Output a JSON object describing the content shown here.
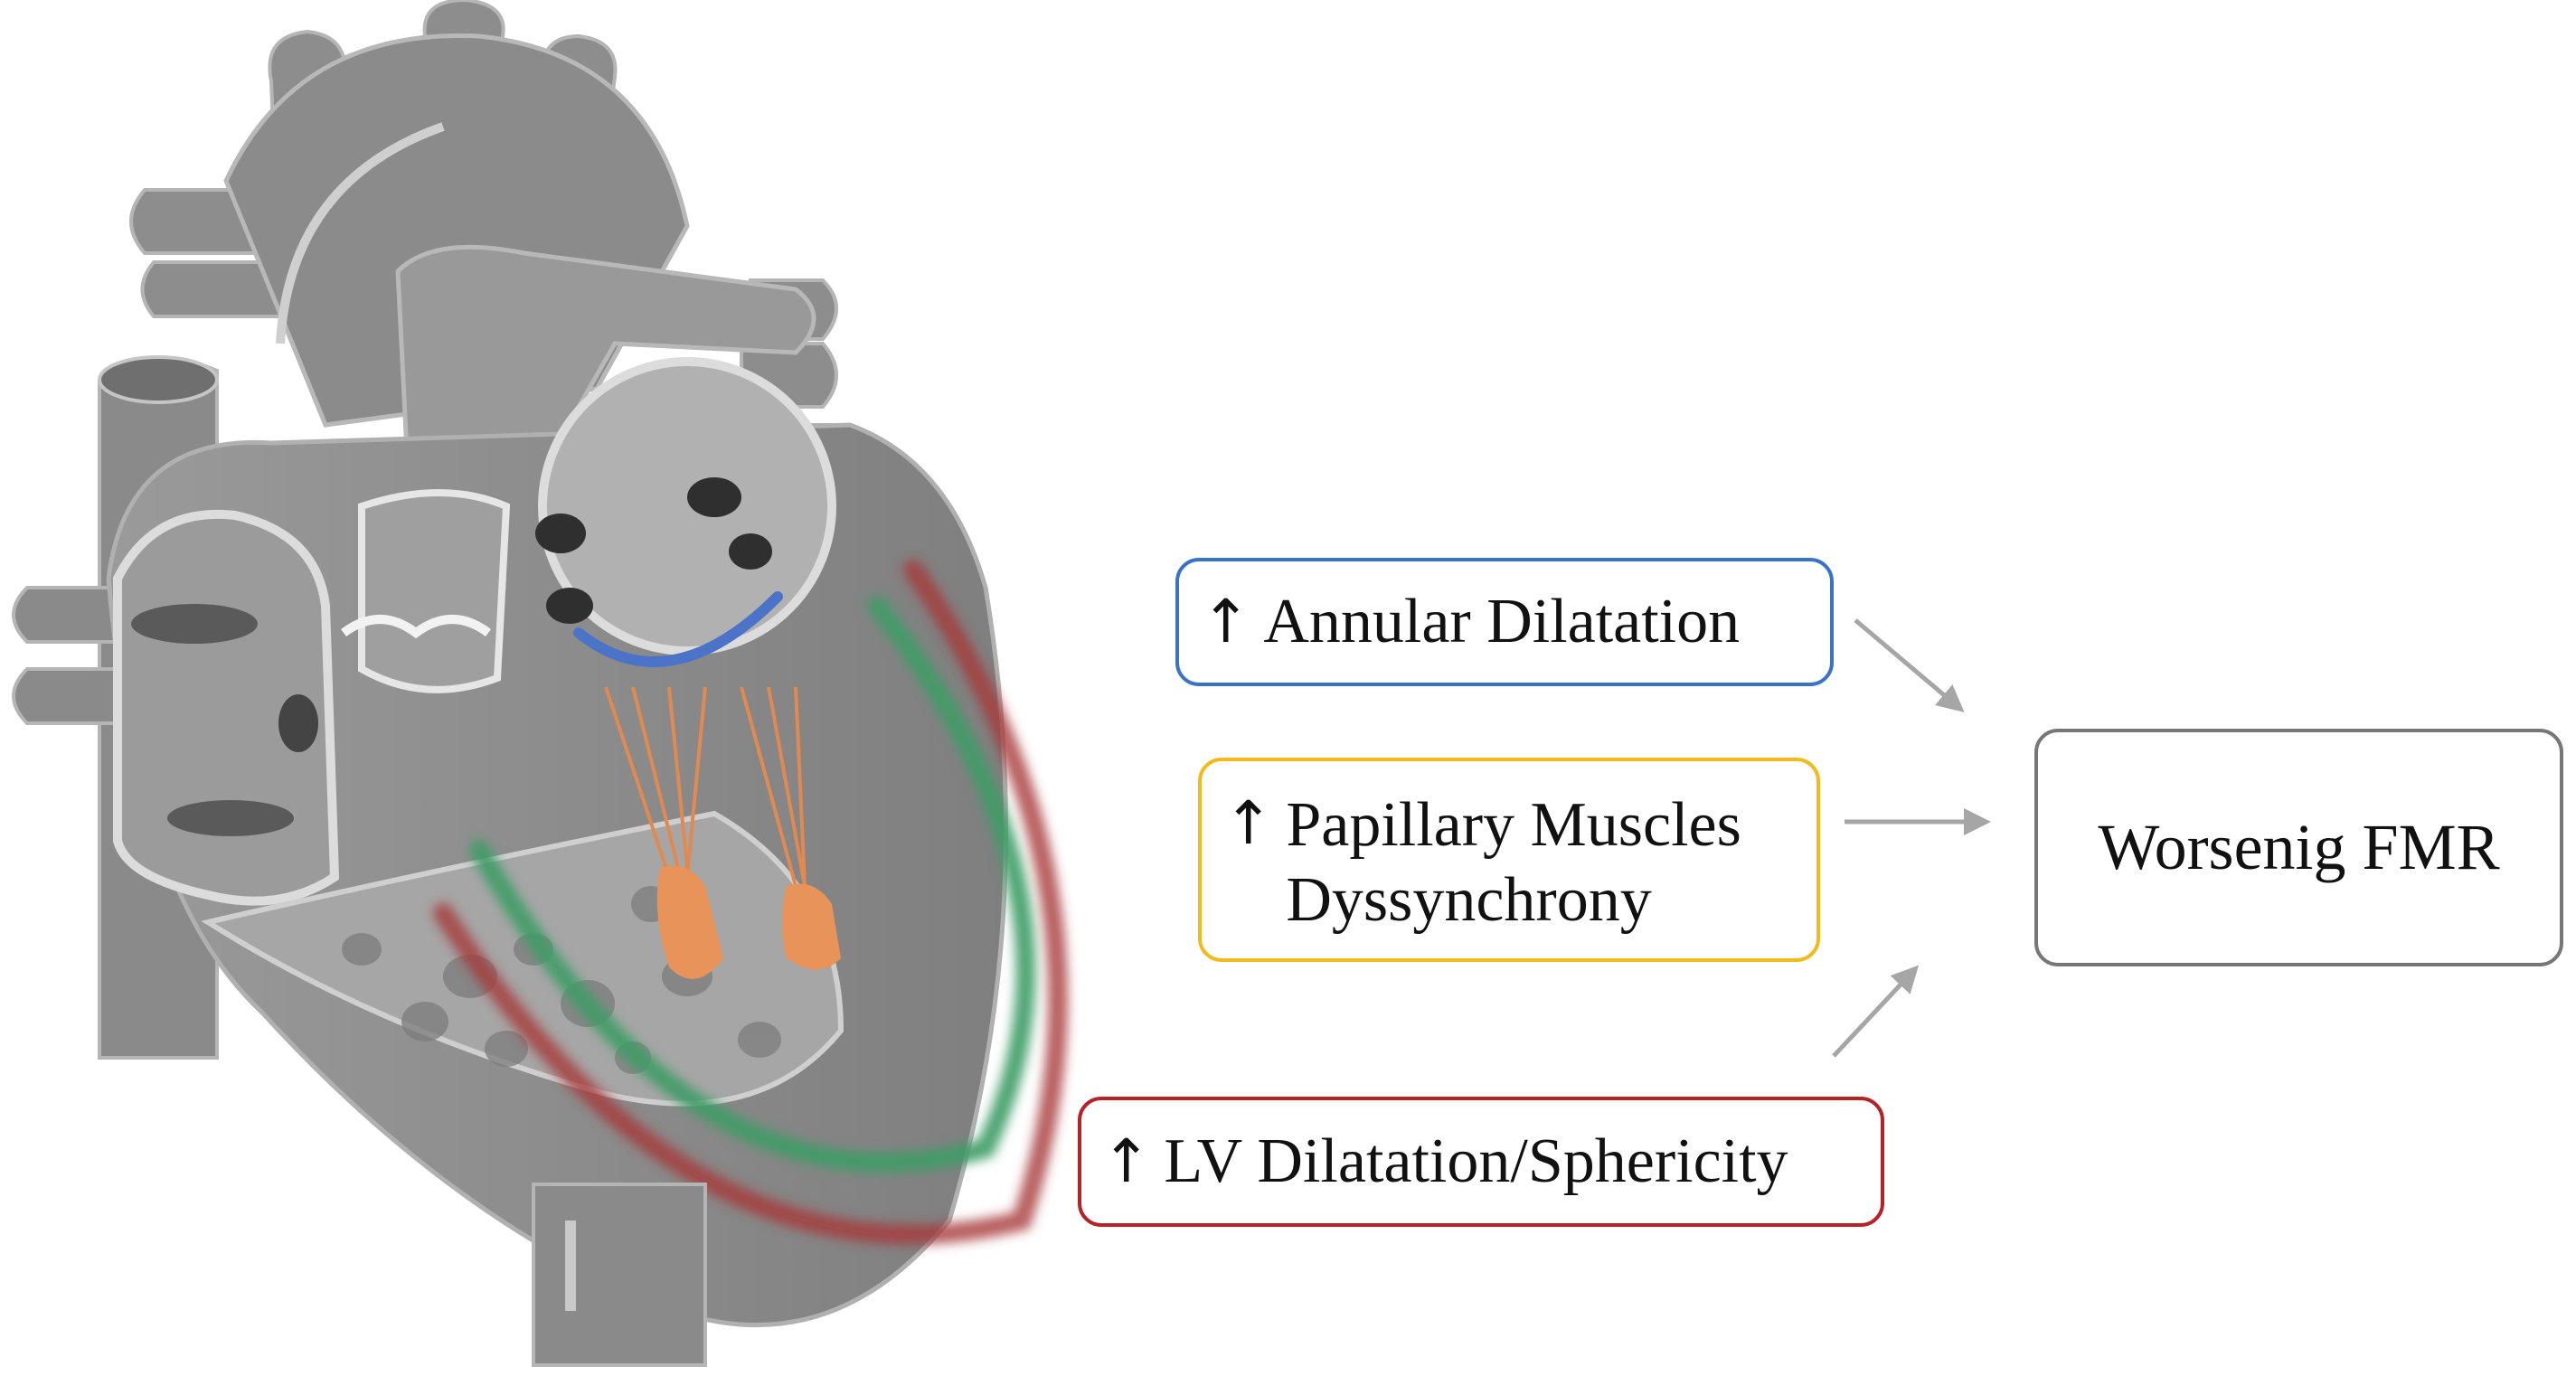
{
  "colors": {
    "annular": "#3a73c6",
    "papillary": "#f2bb1d",
    "lv": "#b52227",
    "fmr": "#777777",
    "flow_arrow": "#a6a6a6",
    "heart_gray": "#8e8e8e",
    "curve_green": "#3f9c66",
    "curve_red": "#a83a3a",
    "annulus_blue": "#4b74c8",
    "chordae_orange": "#e8935a"
  },
  "icons": {
    "increase": "up-arrow-icon"
  },
  "boxes": {
    "annular": {
      "symbol": "↑",
      "label": "Annular Dilatation"
    },
    "papillary": {
      "symbol": "↑",
      "line1": "Papillary Muscles",
      "line2": "Dyssynchrony"
    },
    "lv": {
      "symbol": "↑",
      "label": "LV Dilatation/Sphericity"
    },
    "fmr": {
      "label": "Worsenig FMR"
    }
  }
}
